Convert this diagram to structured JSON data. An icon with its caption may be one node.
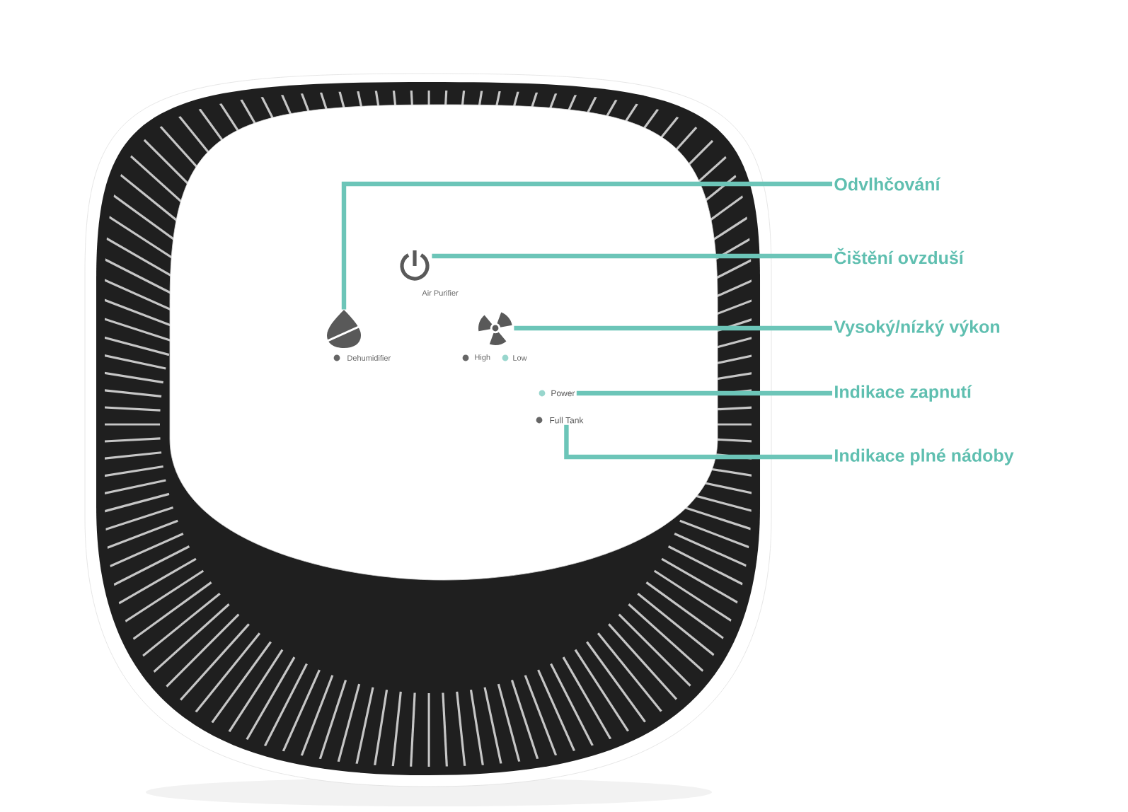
{
  "diagram": {
    "nodes": [
      {
        "text": [
          "Odvlhčování"
        ]
      },
      {
        "text": [
          "Čištění ovzduší"
        ]
      },
      {
        "text": [
          "Vysoký/nízký výkon"
        ]
      },
      {
        "text": [
          "Indikace zapnutí"
        ]
      },
      {
        "text": [
          "Indikace plné nádoby"
        ]
      },
      {
        "text": [],
        "shape": "picture",
        "beside": [
          "Dehumidifier"
        ]
      },
      {
        "text": [],
        "shape": "picture",
        "beside": [
          "Air Purifier"
        ]
      },
      {
        "text": [],
        "shape": "picture",
        "beside": [
          "High",
          "Low"
        ]
      },
      {
        "text": [
          "Power"
        ]
      },
      {
        "text": [
          "Full Tank"
        ]
      }
    ],
    "edges": [
      {
        "from": 0,
        "to": 5,
        "arrow": "none"
      },
      {
        "from": 1,
        "to": 6,
        "arrow": "none"
      },
      {
        "from": 2,
        "to": 7,
        "arrow": "none"
      },
      {
        "from": 3,
        "to": 8,
        "arrow": "none"
      },
      {
        "from": 4,
        "to": 9,
        "arrow": "none"
      }
    ]
  }
}
